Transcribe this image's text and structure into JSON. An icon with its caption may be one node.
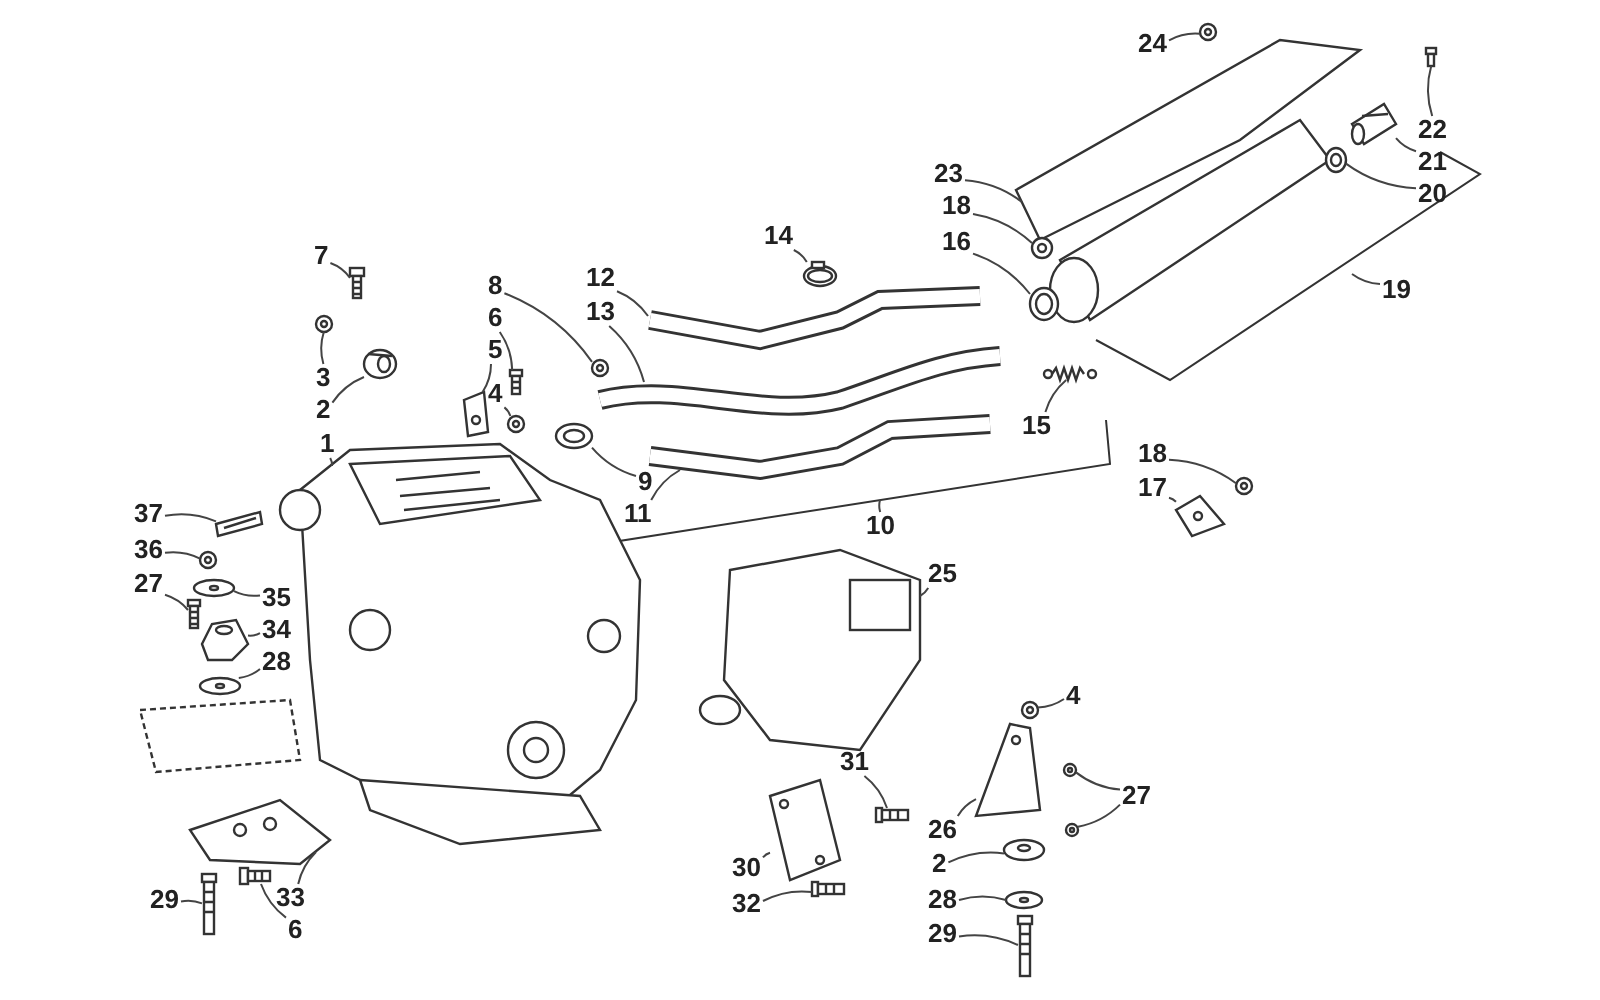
{
  "diagram": {
    "nodes": [
      {
        "text": [
          "7"
        ]
      },
      {
        "text": [
          "3"
        ]
      },
      {
        "text": [
          "2"
        ]
      },
      {
        "text": [
          "8"
        ]
      },
      {
        "text": [
          "6"
        ]
      },
      {
        "text": [
          "5"
        ]
      },
      {
        "text": [
          "4"
        ]
      },
      {
        "text": [
          "1"
        ]
      },
      {
        "text": [
          "12"
        ]
      },
      {
        "text": [
          "13"
        ]
      },
      {
        "text": [
          "9"
        ]
      },
      {
        "text": [
          "11"
        ]
      },
      {
        "text": [
          "10"
        ]
      },
      {
        "text": [
          "14"
        ]
      },
      {
        "text": [
          "24"
        ]
      },
      {
        "text": [
          "23"
        ]
      },
      {
        "text": [
          "18"
        ]
      },
      {
        "text": [
          "16"
        ]
      },
      {
        "text": [
          "22"
        ]
      },
      {
        "text": [
          "21"
        ]
      },
      {
        "text": [
          "20"
        ]
      },
      {
        "text": [
          "19"
        ]
      },
      {
        "text": [
          "15"
        ]
      },
      {
        "text": [
          "18"
        ]
      },
      {
        "text": [
          "17"
        ]
      },
      {
        "text": [
          "25"
        ]
      },
      {
        "text": [
          "37"
        ]
      },
      {
        "text": [
          "36"
        ]
      },
      {
        "text": [
          "27"
        ]
      },
      {
        "text": [
          "35"
        ]
      },
      {
        "text": [
          "34"
        ]
      },
      {
        "text": [
          "28"
        ]
      },
      {
        "text": [
          "29"
        ]
      },
      {
        "text": [
          "33"
        ]
      },
      {
        "text": [
          "6"
        ]
      },
      {
        "text": [
          "4"
        ]
      },
      {
        "text": [
          "31"
        ]
      },
      {
        "text": [
          "27"
        ]
      },
      {
        "text": [
          "26"
        ]
      },
      {
        "text": [
          "30"
        ]
      },
      {
        "text": [
          "2"
        ]
      },
      {
        "text": [
          "28"
        ]
      },
      {
        "text": [
          "32"
        ]
      },
      {
        "text": [
          "29"
        ]
      },
      {
        "text": [],
        "shape": "picture"
      },
      {
        "text": [],
        "shape": "picture"
      },
      {
        "text": [],
        "shape": "picture"
      },
      {
        "text": [],
        "shape": "picture"
      },
      {
        "text": [],
        "shape": "picture"
      },
      {
        "text": [],
        "shape": "picture"
      },
      {
        "text": [],
        "shape": "picture"
      },
      {
        "text": [],
        "shape": "picture"
      },
      {
        "text": [],
        "shape": "picture"
      },
      {
        "text": [],
        "shape": "picture"
      },
      {
        "text": [],
        "shape": "picture"
      },
      {
        "text": [],
        "shape": "picture"
      },
      {
        "text": [],
        "shape": "picture"
      },
      {
        "text": [],
        "shape": "picture"
      },
      {
        "text": [],
        "shape": "picture"
      },
      {
        "text": [],
        "shape": "picture"
      },
      {
        "text": [],
        "shape": "picture"
      },
      {
        "text": [],
        "shape": "picture"
      },
      {
        "text": [],
        "shape": "picture"
      },
      {
        "text": [],
        "shape": "picture"
      },
      {
        "text": [],
        "shape": "picture"
      },
      {
        "text": [],
        "shape": "picture"
      },
      {
        "text": [],
        "shape": "picture"
      },
      {
        "text": [],
        "shape": "picture"
      },
      {
        "text": [],
        "shape": "picture"
      },
      {
        "text": [],
        "shape": "picture"
      },
      {
        "text": [],
        "shape": "picture"
      },
      {
        "text": [],
        "shape": "picture"
      },
      {
        "text": [],
        "shape": "picture"
      },
      {
        "text": [],
        "shape": "picture"
      },
      {
        "text": [],
        "shape": "picture"
      },
      {
        "text": [],
        "shape": "picture"
      },
      {
        "text": [],
        "shape": "picture"
      },
      {
        "text": [],
        "shape": "picture"
      },
      {
        "text": [],
        "shape": "picture"
      },
      {
        "text": [],
        "shape": "picture"
      },
      {
        "text": [],
        "shape": "picture"
      },
      {
        "text": [],
        "shape": "picture"
      },
      {
        "text": [],
        "shape": "picture"
      },
      {
        "text": [],
        "shape": "picture"
      },
      {
        "text": [],
        "shape": "picture"
      },
      {
        "text": [],
        "shape": "picture"
      },
      {
        "text": [],
        "shape": "picture"
      }
    ],
    "edges": [
      {
        "from": 0,
        "to": 44,
        "arrow": "none"
      },
      {
        "from": 1,
        "to": 45,
        "arrow": "none"
      },
      {
        "from": 2,
        "to": 46,
        "arrow": "none"
      },
      {
        "from": 3,
        "to": 47,
        "arrow": "none"
      },
      {
        "from": 4,
        "to": 48,
        "arrow": "none"
      },
      {
        "from": 5,
        "to": 49,
        "arrow": "none"
      },
      {
        "from": 6,
        "to": 50,
        "arrow": "none"
      },
      {
        "from": 7,
        "to": 51,
        "arrow": "none"
      },
      {
        "from": 8,
        "to": 52,
        "arrow": "none"
      },
      {
        "from": 9,
        "to": 53,
        "arrow": "none"
      },
      {
        "from": 10,
        "to": 54,
        "arrow": "none"
      },
      {
        "from": 11,
        "to": 55,
        "arrow": "none"
      },
      {
        "from": 12,
        "to": null,
        "arrow": "none"
      },
      {
        "from": 13,
        "to": 56,
        "arrow": "none"
      },
      {
        "from": 14,
        "to": 57,
        "arrow": "none"
      },
      {
        "from": 15,
        "to": 58,
        "arrow": "none"
      },
      {
        "from": 16,
        "to": 59,
        "arrow": "none"
      },
      {
        "from": 17,
        "to": 60,
        "arrow": "none"
      },
      {
        "from": 18,
        "to": 61,
        "arrow": "none"
      },
      {
        "from": 19,
        "to": 62,
        "arrow": "none"
      },
      {
        "from": 20,
        "to": 63,
        "arrow": "none"
      },
      {
        "from": 21,
        "to": null,
        "arrow": "none"
      },
      {
        "from": 22,
        "to": 64,
        "arrow": "none"
      },
      {
        "from": 23,
        "to": 65,
        "arrow": "none"
      },
      {
        "from": 24,
        "to": 66,
        "arrow": "none"
      },
      {
        "from": 25,
        "to": 67,
        "arrow": "none"
      },
      {
        "from": 26,
        "to": 68,
        "arrow": "none"
      },
      {
        "from": 27,
        "to": 69,
        "arrow": "none"
      },
      {
        "from": 28,
        "to": 70,
        "arrow": "none"
      },
      {
        "from": 29,
        "to": 71,
        "arrow": "none"
      },
      {
        "from": 30,
        "to": 72,
        "arrow": "none"
      },
      {
        "from": 31,
        "to": 73,
        "arrow": "none"
      },
      {
        "from": 32,
        "to": 74,
        "arrow": "none"
      },
      {
        "from": 33,
        "to": 75,
        "arrow": "none"
      },
      {
        "from": 34,
        "to": 76,
        "arrow": "none"
      },
      {
        "from": 35,
        "to": 77,
        "arrow": "none"
      },
      {
        "from": 36,
        "to": 78,
        "arrow": "none"
      },
      {
        "from": 37,
        "to": 79,
        "arrow": "none"
      },
      {
        "from": 37,
        "to": 80,
        "arrow": "none"
      },
      {
        "from": 38,
        "to": 81,
        "arrow": "none"
      },
      {
        "from": 39,
        "to": 82,
        "arrow": "none"
      },
      {
        "from": 40,
        "to": 83,
        "arrow": "none"
      },
      {
        "from": 41,
        "to": 84,
        "arrow": "none"
      },
      {
        "from": 42,
        "to": 85,
        "arrow": "none"
      },
      {
        "from": 43,
        "to": 86,
        "arrow": "none"
      }
    ]
  }
}
